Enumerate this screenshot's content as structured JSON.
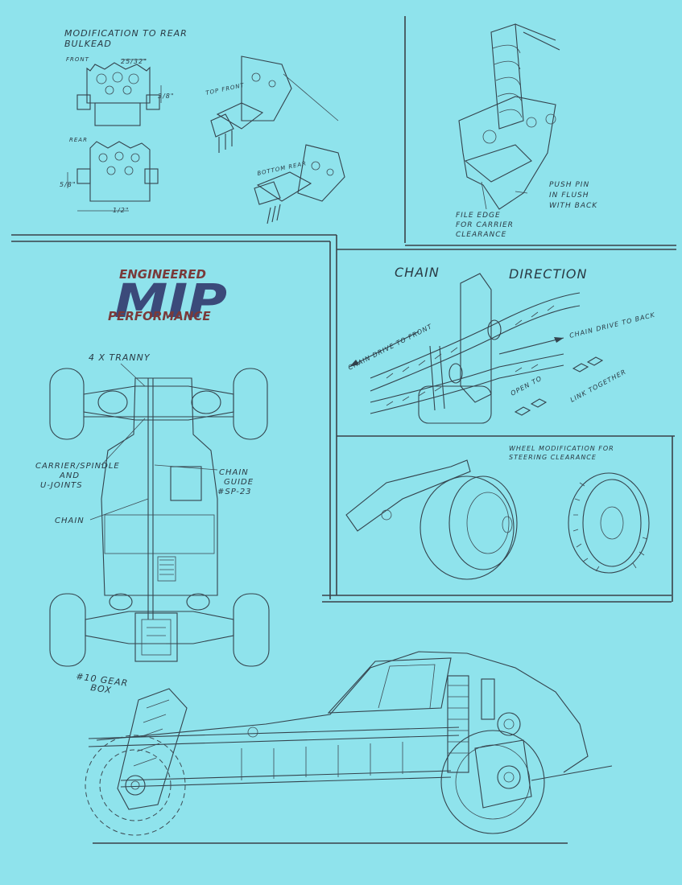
{
  "logo": {
    "top": "ENGINEERED",
    "mid": "MIP",
    "bottom": "PERFORMANCE"
  },
  "rear_bulkhead": {
    "title_line1": "MODIFICATION TO REAR",
    "title_line2": "BULKEAD",
    "front": "FRONT",
    "rear": "REAR",
    "dim_top": "25/32\"",
    "dim_right": "3/8\"",
    "dim_left": "5/8\"",
    "dim_bottom": "1/2\"",
    "top_front": "TOP FRONT",
    "bottom_rear": "BOTTOM REAR"
  },
  "shock": {
    "push_pin": [
      "PUSH PIN",
      "IN FLUSH",
      "WITH BACK"
    ],
    "file_edge": [
      "FILE EDGE",
      "FOR CARRIER",
      "CLEARANCE"
    ]
  },
  "chain": {
    "chain_word": "CHAIN",
    "direction_word": "DIRECTION",
    "drive_front": "CHAIN DRIVE TO FRONT",
    "drive_back": "CHAIN DRIVE TO BACK",
    "open": "OPEN TO",
    "link": "LINK TOGETHER"
  },
  "wheel": {
    "line1": "WHEEL MODIFICATION FOR",
    "line2": "STEERING CLEARANCE"
  },
  "chassis": {
    "tranny": "4 X TRANNY",
    "carrier": [
      "CARRIER/SPINDLE",
      "AND",
      "U-JOINTS"
    ],
    "chain_label": "CHAIN",
    "guide": [
      "CHAIN",
      "GUIDE",
      "#SP-23"
    ],
    "gearbox": [
      "#10 GEAR",
      "BOX"
    ]
  },
  "colors": {
    "background": "#8fe3ec",
    "ink": "#34434d",
    "logo_red": "#7a3a3a",
    "logo_blue": "#3b4a7a"
  }
}
